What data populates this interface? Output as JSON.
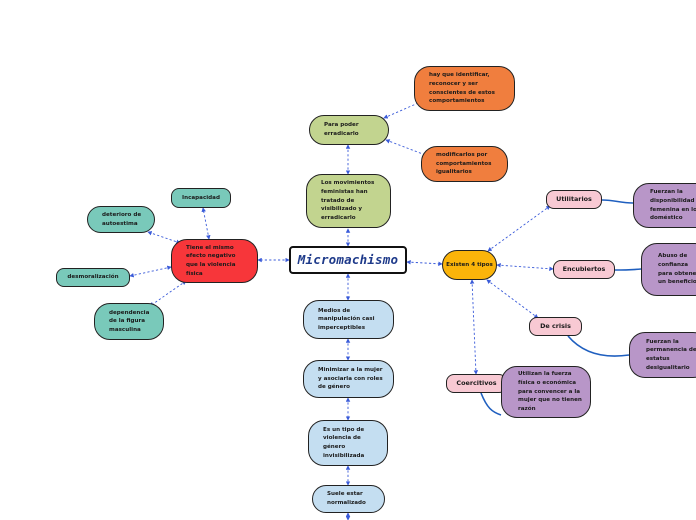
{
  "center": "Micromachismo",
  "top": {
    "root": "Los movimientos feministas han tratado de visibilizado y erradicarlo",
    "para_poder": "Para poder erradicarlo",
    "identificar": "hay que identificar, reconocer y ser conscientes de estos comportamientos",
    "modificarlos": "modificarlos por comportamientos igualitarios"
  },
  "left": {
    "efecto": "Tiene el mismo efecto negativo que la violencia física",
    "incapacidad": "Incapacidad",
    "deterioro": "deterioro de autoestima",
    "desmoralizacion": "desmoralización",
    "dependencia": "dependencia de la figura masculina"
  },
  "bottom": {
    "medios": "Medios de manipulación casi imperceptibles",
    "minimizar": "Minimizar a la mujer y asociarla con roles de género",
    "violencia": "Es un tipo de violencia de género invisibilizada",
    "normalizado": "Suele estar normalizado"
  },
  "right": {
    "tipos": "Existen 4 tipos",
    "utilitarios": "Utilitarios",
    "utilitarios_desc": "Fuerzan la disponibilidad femenina en lo doméstico",
    "encubiertos": "Encubiertos",
    "encubiertos_desc": "Abuso de confianza para obtener un beneficio",
    "crisis": "De crisis",
    "crisis_desc": "Fuerzan la permanencia del estatus desigualitario",
    "coercitivos": "Coercitivos",
    "coercitivos_desc": "Utilizan la fuerza física o económica para convencer a la mujer que no tienen razón"
  },
  "colors": {
    "dashed_connector": "#3a5bd9",
    "solid_connector": "#1f5fbf"
  }
}
